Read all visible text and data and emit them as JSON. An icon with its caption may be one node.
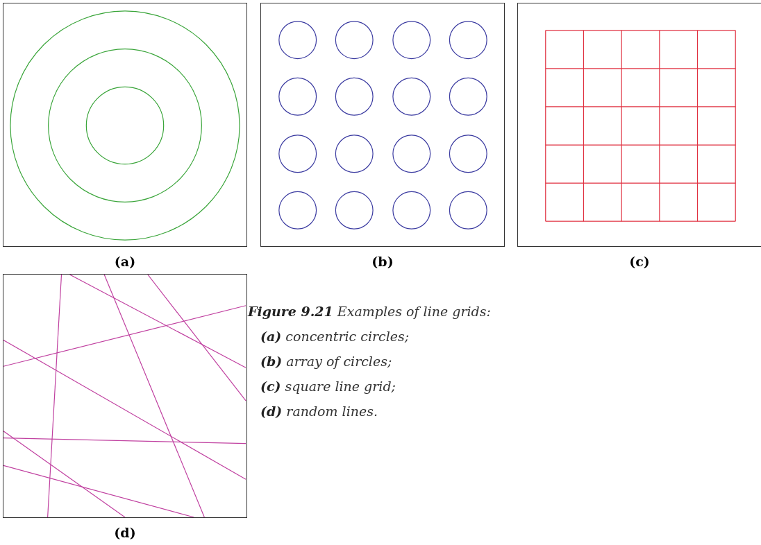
{
  "diagram": {
    "caption": "**Figure 9.21** Examples of line grids:",
    "nodes": [
      {
        "text": [
          "(a)"
        ]
      },
      {
        "text": [
          "(b)"
        ]
      },
      {
        "text": [
          "(c)"
        ]
      },
      {
        "text": [
          "(d)"
        ]
      }
    ],
    "labels": [
      "**(a)** concentric circles;",
      "**(b)** array of circles;",
      "**(c)** square line grid;",
      "**(d)** random lines."
    ]
  }
}
